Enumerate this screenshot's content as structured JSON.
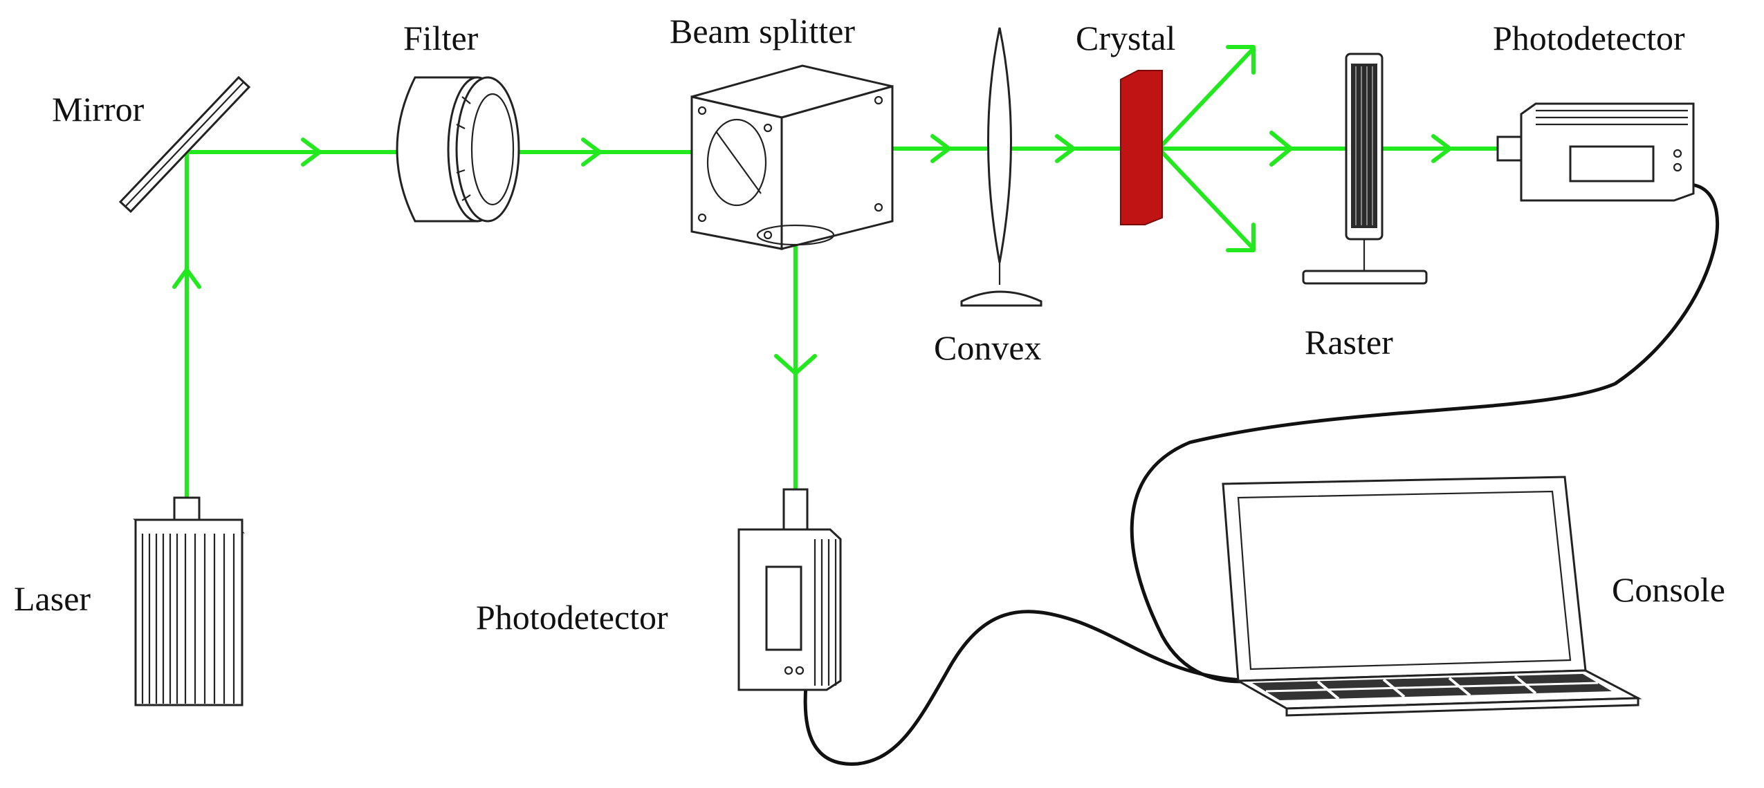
{
  "diagram": {
    "labels": {
      "mirror": "Mirror",
      "filter": "Filter",
      "beam_splitter": "Beam splitter",
      "crystal": "Crystal",
      "photodetector_top": "Photodetector",
      "convex": "Convex",
      "raster": "Raster",
      "laser": "Laser",
      "photodetector_bottom": "Photodetector",
      "console": "Console"
    },
    "colors": {
      "beam": "#22e81e",
      "crystal": "#c01414",
      "cable": "#111111"
    }
  }
}
